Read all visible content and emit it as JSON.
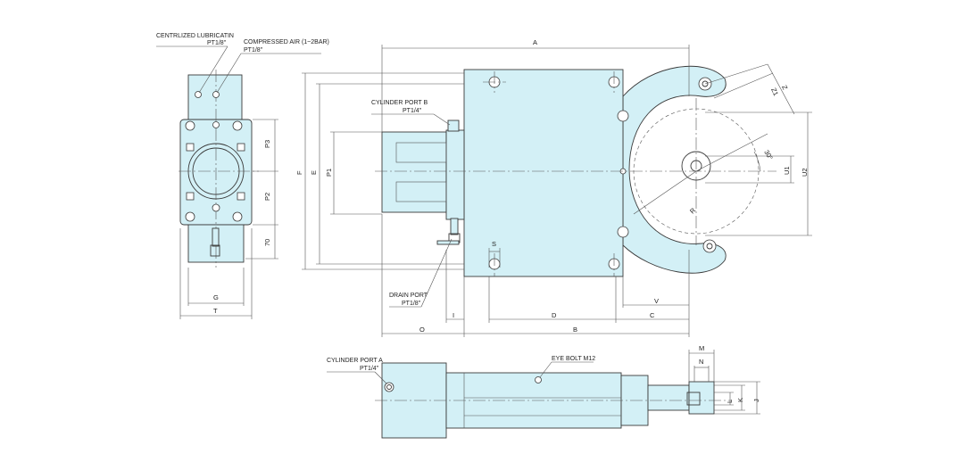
{
  "labels": {
    "centralized_lubrication": "CENTRLIZED LUBRICATIN",
    "centralized_lubrication_size": "PT1/8\"",
    "compressed_air": "COMPRESSED AIR (1~2BAR)",
    "compressed_air_size": "PT1/8\"",
    "cylinder_port_b": "CYLINDER PORT B",
    "cylinder_port_b_size": "PT1/4\"",
    "drain_port": "DRAIN PORT",
    "drain_port_size": "PT1/8\"",
    "cylinder_port_a": "CYLINDER PORT A",
    "cylinder_port_a_size": "PT1/4\"",
    "eye_bolt": "EYE BOLT M12"
  },
  "dimensions": {
    "A": "A",
    "B": "B",
    "C": "C",
    "D": "D",
    "E": "E",
    "F": "F",
    "G": "G",
    "T": "T",
    "I": "I",
    "O": "O",
    "S": "S",
    "V": "V",
    "P1": "P1",
    "P2": "P2",
    "P3": "P3",
    "h70": "70",
    "R": "R",
    "U1": "U1",
    "U2": "U2",
    "Z": "Z",
    "Z1": "Z1",
    "angle": "30°",
    "M": "M",
    "N": "N",
    "K": "K",
    "L": "L",
    "J": "J"
  }
}
